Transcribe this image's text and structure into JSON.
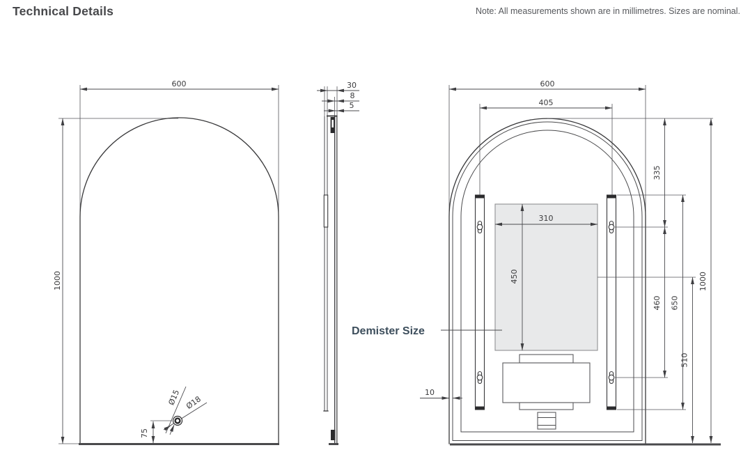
{
  "header": {
    "title": "Technical Details",
    "note": "Note: All measurements shown are in millimetres. Sizes are nominal."
  },
  "labels": {
    "demister": "Demister Size"
  },
  "front_view": {
    "width": "600",
    "height": "1000",
    "hole_bottom_offset": "75",
    "hole_diameter_inner": "Ø15",
    "hole_diameter_outer": "Ø18"
  },
  "side_view": {
    "depth": "30",
    "panel_thickness": "8",
    "glass_thickness": "5"
  },
  "back_view": {
    "width": "600",
    "hanger_spacing": "405",
    "top_to_keyhole": "335",
    "keyhole_spacing": "460",
    "rail_length": "650",
    "demister_width": "310",
    "demister_height": "450",
    "demister_to_bottom": "510",
    "height": "1000",
    "edge_gap": "10"
  },
  "colors": {
    "line": "#38383a",
    "dimension": "#4a4a4e",
    "demister_fill": "#e8e9ea",
    "label_accent": "#3d4e5c",
    "title_text": "#47484b",
    "note_text": "#56585c"
  }
}
